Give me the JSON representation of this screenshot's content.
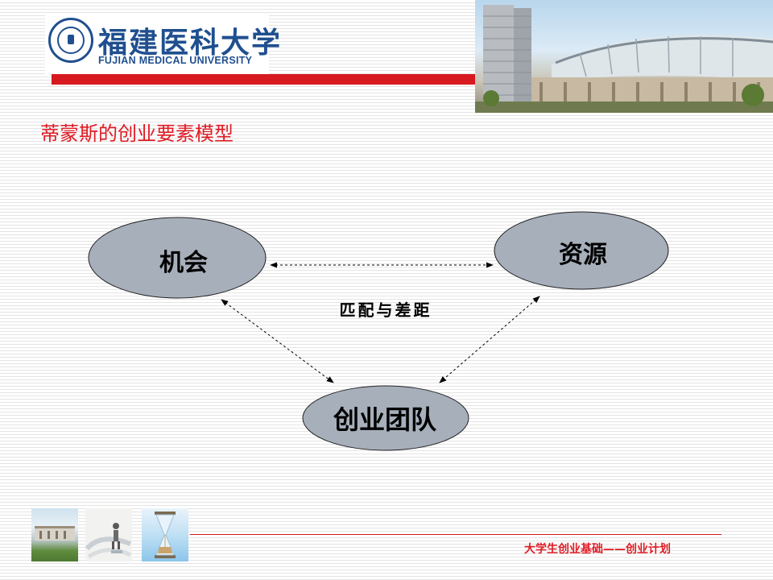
{
  "header": {
    "university_cn": "福建医科大学",
    "university_en": "FUJIAN MEDICAL UNIVERSITY",
    "brand_color": "#1f4f8f",
    "accent_color": "#d71920"
  },
  "slide": {
    "title": "蒂蒙斯的创业要素模型"
  },
  "diagram": {
    "nodes": {
      "opportunity": "机会",
      "resources": "资源",
      "team": "创业团队"
    },
    "center_label": "匹配与差距",
    "node_fill": "#a7afbb"
  },
  "footer": {
    "text": "大学生创业基础——创业计划"
  }
}
